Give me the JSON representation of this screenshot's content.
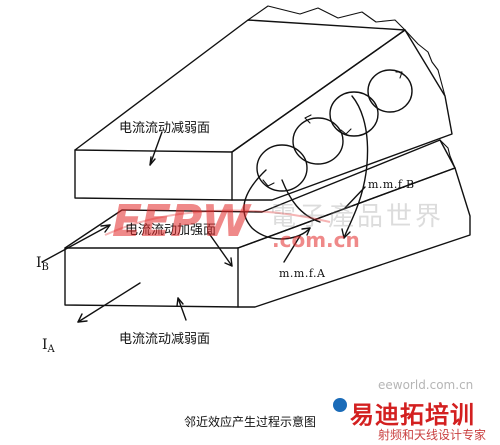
{
  "labels": {
    "top_face": "电流流动减弱面",
    "middle_face": "电流流动加强面",
    "bottom_face": "电流流动减弱面",
    "mmf_b": "m.m.f.B",
    "mmf_a": "m.m.f.A",
    "current_b_main": "I",
    "current_b_sub": "B",
    "current_a_main": "I",
    "current_a_sub": "A"
  },
  "caption": "邻近效应产生过程示意图",
  "watermarks": {
    "cn_text": "電子產品世界",
    "big_text": "EEPW",
    "url": ".com.cn",
    "url_small": "eeworld.com.cn"
  },
  "branding": {
    "title": "易迪拓培训",
    "subtitle": "射频和天线设计专家"
  },
  "colors": {
    "line": "#111111",
    "watermark_red": "#e12828",
    "brand_red": "#d32020",
    "brand_blue": "#1a6bb8"
  }
}
